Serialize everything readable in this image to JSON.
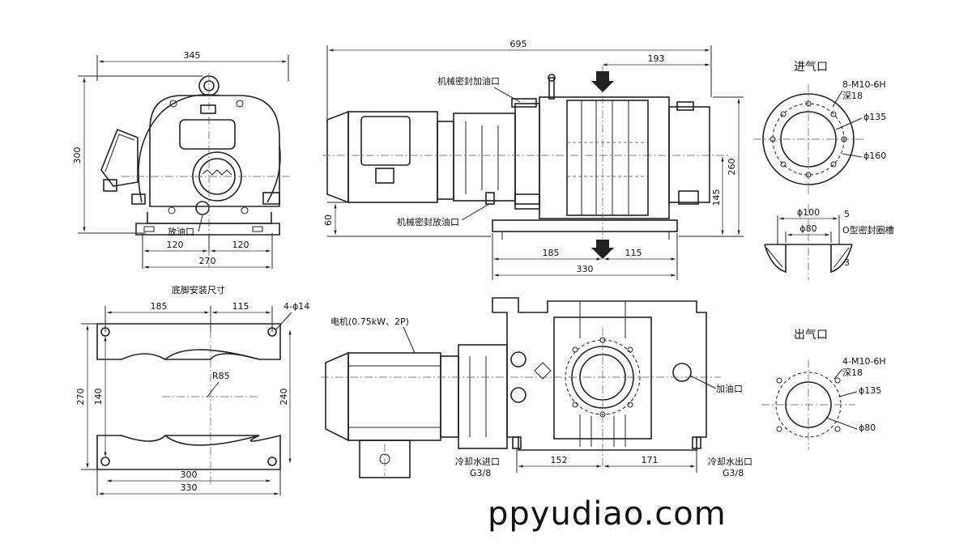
{
  "watermark": "ppyudiao.com",
  "front_view": {
    "width_top": "345",
    "height": "300",
    "oil_drain": "放油口",
    "foot_left": "120",
    "foot_right": "120",
    "foot_total": "270"
  },
  "side_view": {
    "overall_length": "695",
    "inlet_offset": "193",
    "seal_oil_fill": "机械密封加油口",
    "seal_oil_drain": "机械密封放油口",
    "height_total": "260",
    "height_center": "145",
    "base_height": "60",
    "base_left": "185",
    "base_right": "115",
    "base_total": "330"
  },
  "inlet": {
    "title": "进气口",
    "holes": "8-M10-6H",
    "depth": "深18",
    "d135": "ϕ135",
    "d160": "ϕ160"
  },
  "seal_groove": {
    "d100": "ϕ100",
    "d80": "ϕ80",
    "w5": "5",
    "label": "O型密封圈槽",
    "h3": "3"
  },
  "foot_plan": {
    "title": "底脚安装尺寸",
    "top_left": "185",
    "top_right": "115",
    "holes": "4-ϕ14",
    "radius": "R85",
    "h270": "270",
    "h140": "140",
    "h240": "240",
    "w300": "300",
    "w330": "330"
  },
  "top_view": {
    "motor": "电机(0.75kW、2P)",
    "oil_fill": "加油口",
    "cool_in": "冷却水进口",
    "cool_in_thread": "G3/8",
    "cool_out": "冷却水出口",
    "cool_out_thread": "G3/8",
    "d152": "152",
    "d171": "171"
  },
  "outlet": {
    "title": "出气口",
    "holes": "4-M10-6H",
    "depth": "深18",
    "d135": "ϕ135",
    "d80": "ϕ80"
  }
}
